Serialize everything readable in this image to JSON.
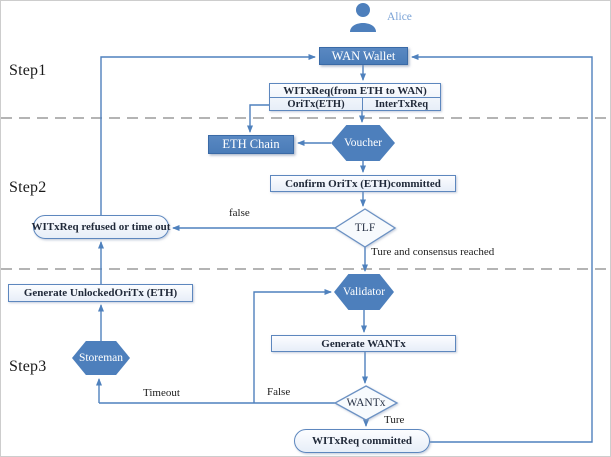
{
  "diagram": {
    "person": {
      "label": "Alice"
    },
    "step_labels": {
      "step1": "Step1",
      "step2": "Step2",
      "step3": "Step3"
    },
    "nodes": {
      "wan_wallet": "WAN Wallet",
      "witxreq_header": "WITxReq(from ETH to WAN)",
      "oritx": "OriTx(ETH)",
      "intertxreq": "InterTxReq",
      "eth_chain": "ETH Chain",
      "voucher": "Voucher",
      "confirm_oritx": "Confirm OriTx (ETH)committed",
      "tlf": "TLF",
      "witxreq_refused": "WITxReq refused or time out",
      "generate_unlocked_oritx": "Generate UnlockedOriTx (ETH)",
      "storeman": "Storeman",
      "validator": "Validator",
      "generate_wantx": "Generate WANTx",
      "wantx": "WANTx",
      "witxreq_committed": "WITxReq committed"
    },
    "edge_labels": {
      "tlf_false": "false",
      "tlf_true": "Ture and consensus reached",
      "wantx_timeout": "Timeout",
      "wantx_false": "False",
      "wantx_true": "Ture"
    },
    "colors": {
      "node_fill": "#4d7fbc",
      "node_border": "#3a6aa6",
      "light_fill": "#edf2f9",
      "connector": "#4f81bd",
      "separator": "#9b9b9b",
      "person_label": "#7ba3d6",
      "label_text": "#1c1c1c"
    }
  }
}
